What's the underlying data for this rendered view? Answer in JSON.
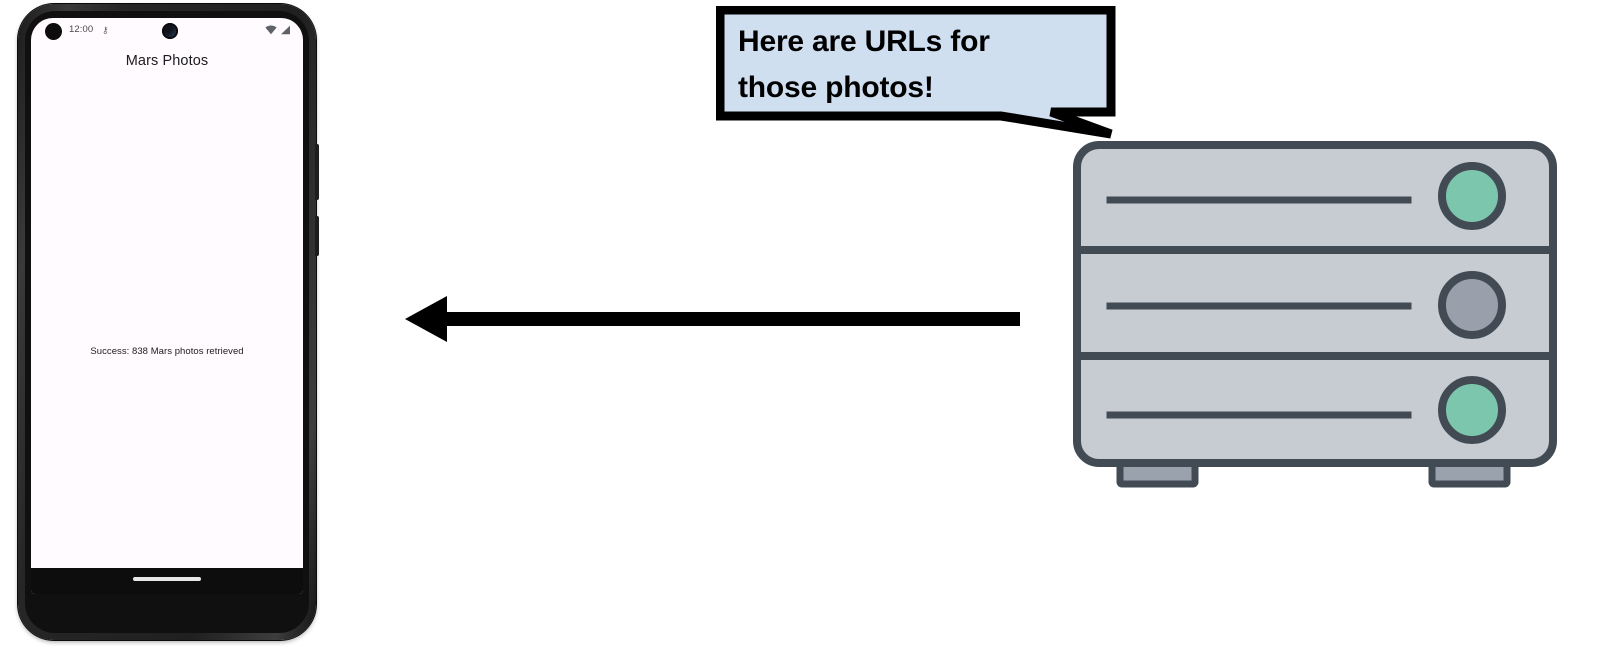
{
  "scene": {
    "description": "Mobile app receiving photo URLs from a web server",
    "background_color": "#ffffff"
  },
  "phone": {
    "device_name": "android-phone",
    "screen_background": "#FFFBFE",
    "status_bar": {
      "time": "12:00",
      "small_icon": "⚷",
      "notification_dot": "notification-dot",
      "camera": "front-camera-punch-hole",
      "wifi_icon": "wifi-icon",
      "signal_icon": "cellular-signal-icon"
    },
    "app_bar": {
      "title": "Mars Photos"
    },
    "content": {
      "result_message": "Success: 838 Mars photos retrieved",
      "photo_count": 838
    },
    "nav_bar": {
      "gesture_pill": "gesture-navigation-pill",
      "background": "#0d0d0d"
    }
  },
  "arrow": {
    "name": "response-arrow",
    "direction": "left",
    "color": "#000000",
    "meaning": "server response travelling to the phone"
  },
  "speech_bubble": {
    "line1": "Here are URLs for",
    "line2": "those photos!",
    "fill_color": "#cfdff0",
    "border_color": "#000000",
    "tail_direction": "down-right"
  },
  "server": {
    "name": "web-server",
    "body_color": "#c7cbd2",
    "outline_color": "#424b54",
    "foot_color": "#9aa2ae",
    "units": [
      {
        "label": "rack-unit-1",
        "led_name": "status-led-active",
        "led_color": "#7cc6ae"
      },
      {
        "label": "rack-unit-2",
        "led_name": "status-led-idle",
        "led_color": "#9aa0ab"
      },
      {
        "label": "rack-unit-3",
        "led_name": "status-led-active",
        "led_color": "#7cc6ae"
      }
    ]
  }
}
